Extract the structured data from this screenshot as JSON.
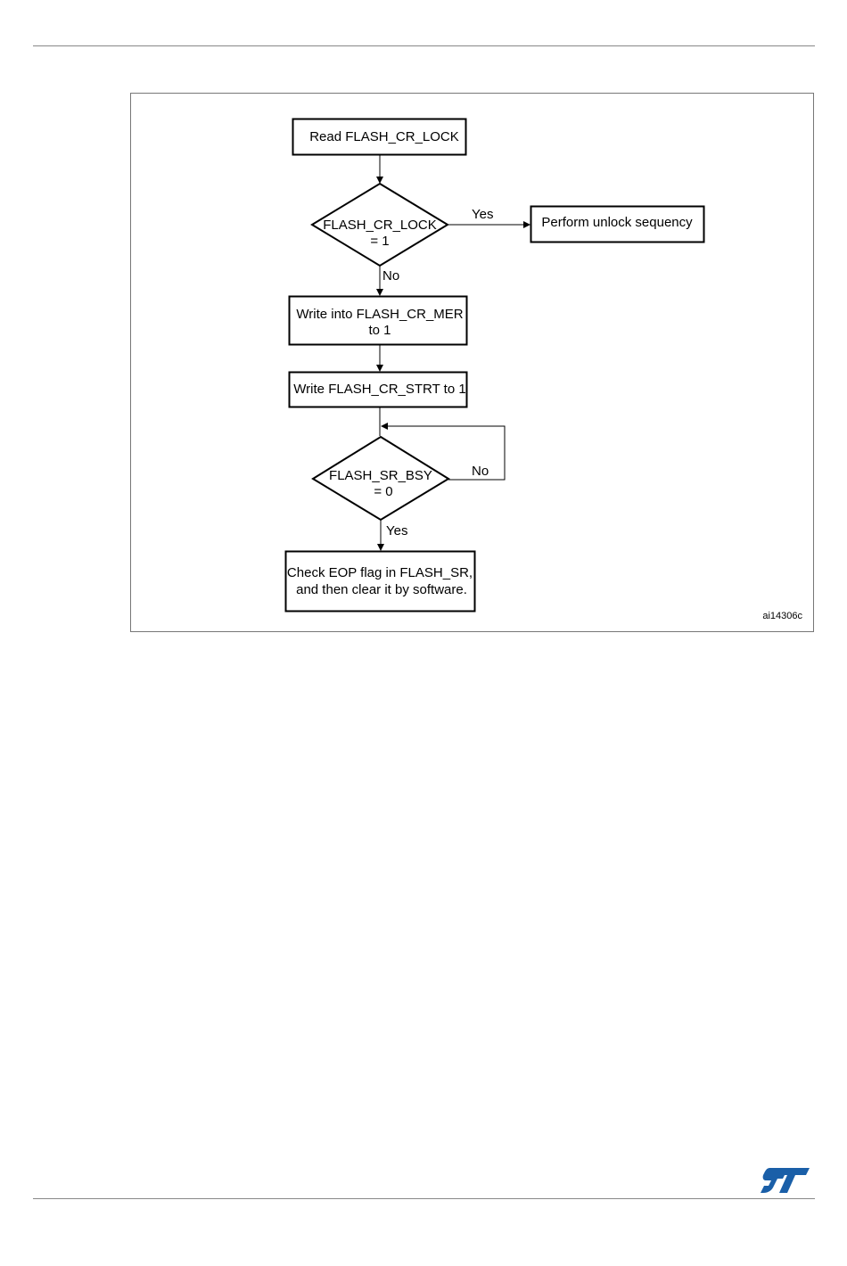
{
  "flowchart": {
    "step_read_lock": "Read FLASH_CR_LOCK",
    "decision_lock_line1": "FLASH_CR_LOCK",
    "decision_lock_line2": "= 1",
    "label_lock_yes": "Yes",
    "label_lock_no": "No",
    "step_unlock": "Perform unlock sequency",
    "step_write_mer_line1": "Write into FLASH_CR_MER",
    "step_write_mer_line2": "to 1",
    "step_write_strt": "Write FLASH_CR_STRT to 1",
    "decision_bsy_line1": "FLASH_SR_BSY",
    "decision_bsy_line2": "= 0",
    "label_bsy_no": "No",
    "label_bsy_yes": "Yes",
    "step_check_eop_line1": "Check EOP flag in FLASH_SR,",
    "step_check_eop_line2": "and then clear it by software."
  },
  "figure_ref": "ai14306c",
  "logo": {
    "name": "st-logo",
    "color": "#1a5fa8"
  }
}
